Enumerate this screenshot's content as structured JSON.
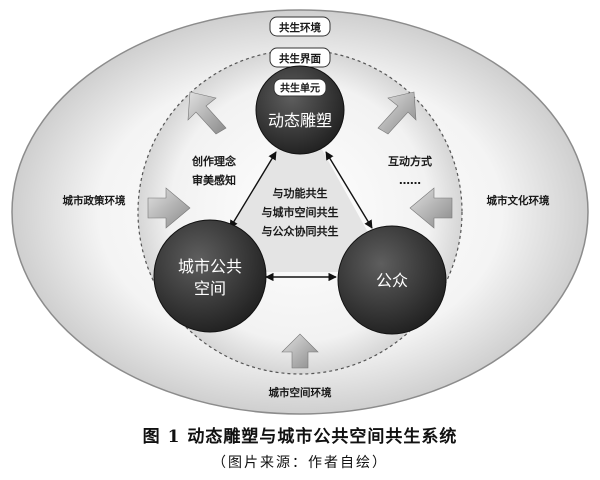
{
  "diagram": {
    "layers": {
      "outer": "共生环境",
      "middle": "共生界面",
      "inner": "共生单元"
    },
    "nodes": {
      "top": "动态雕塑",
      "left_line1": "城市公共",
      "left_line2": "空间",
      "right": "公众"
    },
    "edge_labels": {
      "left_line1": "创作理念",
      "left_line2": "审美感知",
      "right_line1": "互动方式",
      "right_line2": "……",
      "center_line1": "与功能共生",
      "center_line2": "与城市空间共生",
      "center_line3": "与公众协同共生"
    },
    "environments": {
      "left": "城市政策环境",
      "right": "城市文化环境",
      "bottom": "城市空间环境"
    }
  },
  "caption": {
    "title": "图 1  动态雕塑与城市公共空间共生系统",
    "source": "（图片来源：作者自绘）"
  }
}
